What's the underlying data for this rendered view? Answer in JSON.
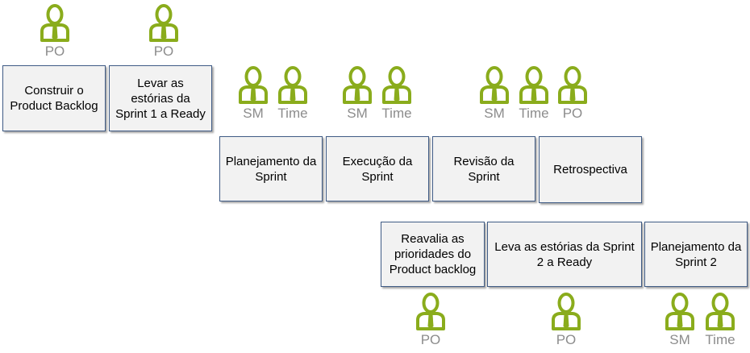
{
  "colors": {
    "icon_stroke": "#8aac1c",
    "box_fill": "#f2f2f2",
    "box_border": "#3f5b85",
    "label_text": "#8c8c8c"
  },
  "icon_name": "person-icon",
  "boxes": {
    "construir": "Construir o Product Backlog",
    "levar_sprint1": "Levar as estórias da Sprint 1 a Ready",
    "planejamento1": "Planejamento da Sprint",
    "execucao": "Execução da Sprint",
    "revisao": "Revisão da Sprint",
    "retrospectiva": "Retrospectiva",
    "reavalia": "Reavalia as prioridades do Product backlog",
    "leva_sprint2": "Leva as estórias da Sprint 2 a Ready",
    "planejamento2": "Planejamento da Sprint 2"
  },
  "roles": {
    "po": "PO",
    "sm": "SM",
    "time": "Time"
  }
}
